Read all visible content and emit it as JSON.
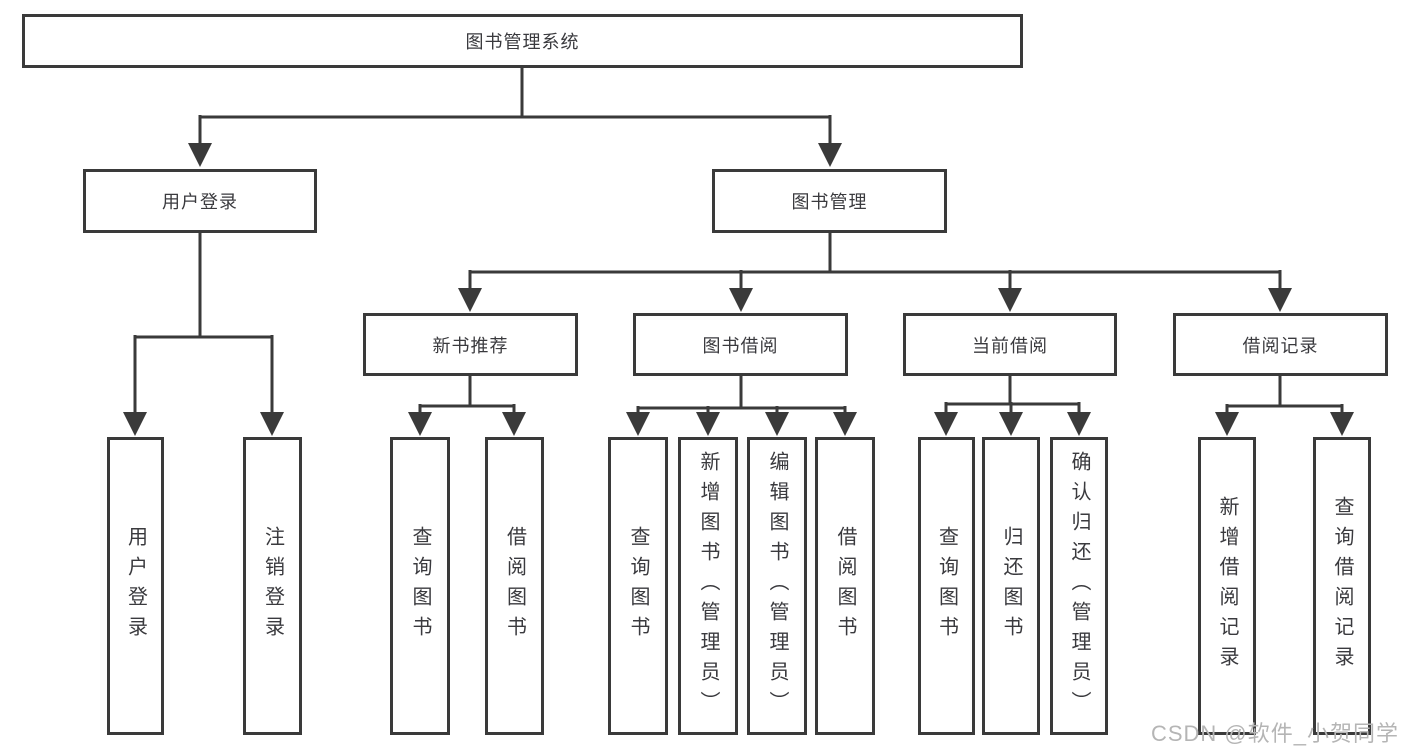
{
  "diagram": {
    "root": {
      "label": "图书管理系统"
    },
    "user_login": {
      "label": "用户登录",
      "leaves": [
        "用户登录",
        "注销登录"
      ]
    },
    "book_management": {
      "label": "图书管理",
      "children": [
        {
          "label": "新书推荐",
          "leaves": [
            "查询图书",
            "借阅图书"
          ]
        },
        {
          "label": "图书借阅",
          "leaves": [
            "查询图书",
            "新增图书（管理员）",
            "编辑图书（管理员）",
            "借阅图书"
          ]
        },
        {
          "label": "当前借阅",
          "leaves": [
            "查询图书",
            "归还图书",
            "确认归还（管理员）"
          ]
        },
        {
          "label": "借阅记录",
          "leaves": [
            "新增借阅记录",
            "查询借阅记录"
          ]
        }
      ]
    },
    "watermark": "CSDN @软件_小贺同学",
    "colors": {
      "line": "#3a3a3a",
      "text": "#3a3a3e",
      "watermark": "#b5b5b5",
      "background": "#ffffff"
    }
  }
}
